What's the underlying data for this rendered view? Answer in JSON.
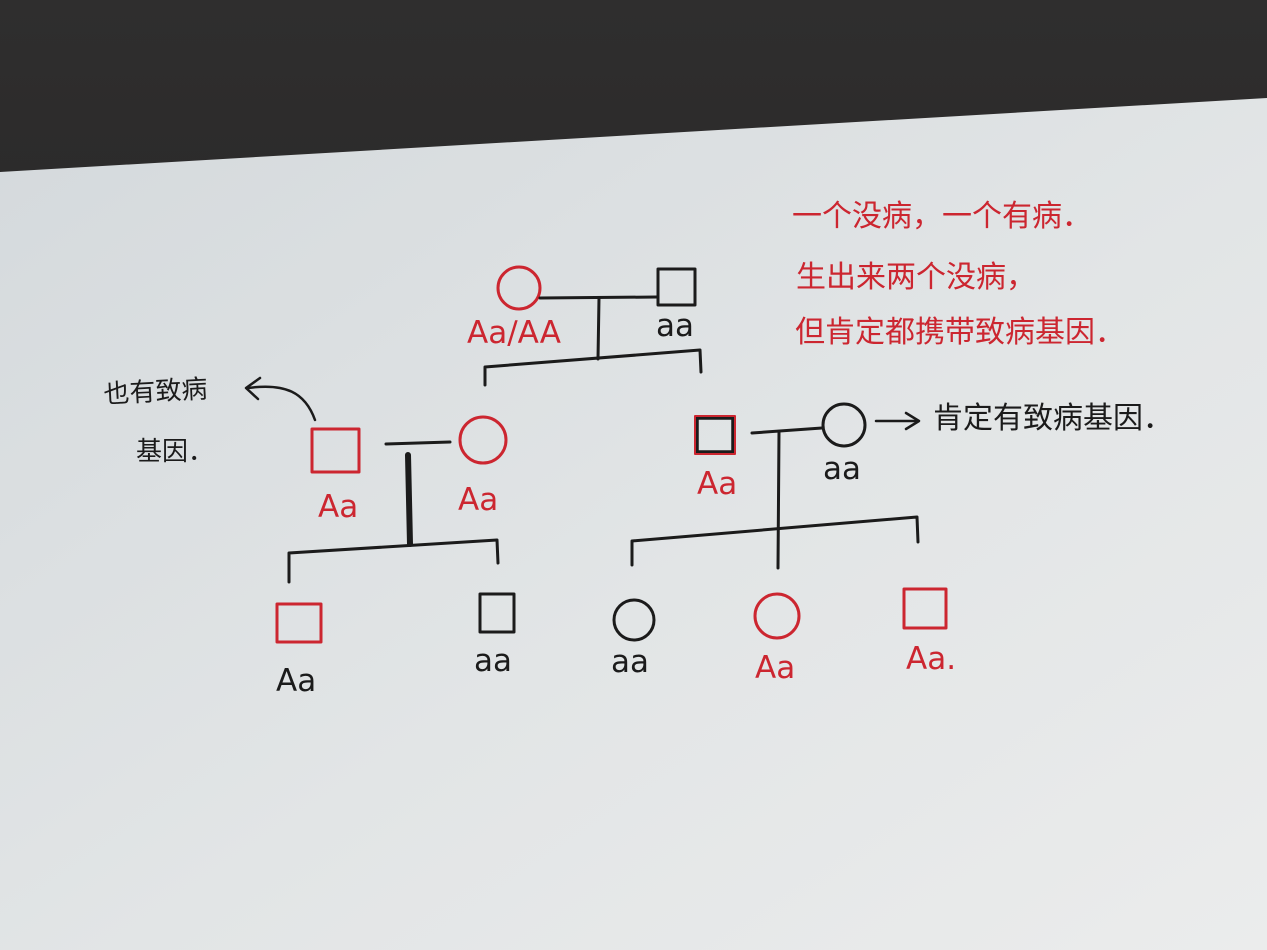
{
  "colors": {
    "red": "#cc2630",
    "ink": "#1b1b1b",
    "paper": "#dde1e3",
    "desk": "#2b2a2a"
  },
  "top_note": {
    "line1": "一个没病，一个有病．",
    "line2": "生出来两个没病，",
    "line3": "但肯定都携带致病基因．"
  },
  "left_note": {
    "line1": "也有致病",
    "line2": "基因．"
  },
  "right_note": "肯定有致病基因．",
  "generation1": {
    "mother_genotype": "Aa/AA",
    "father_genotype": "aa"
  },
  "generation2": {
    "left_husband_genotype": "Aa",
    "left_daughter_genotype": "Aa",
    "right_son_genotype": "Aa",
    "right_wife_genotype": "aa"
  },
  "generation3": {
    "left_son1_genotype": "Aa",
    "left_son2_genotype": "aa",
    "right_daughter1_genotype": "aa",
    "right_daughter2_genotype": "Aa",
    "right_son_genotype": "Aa."
  }
}
